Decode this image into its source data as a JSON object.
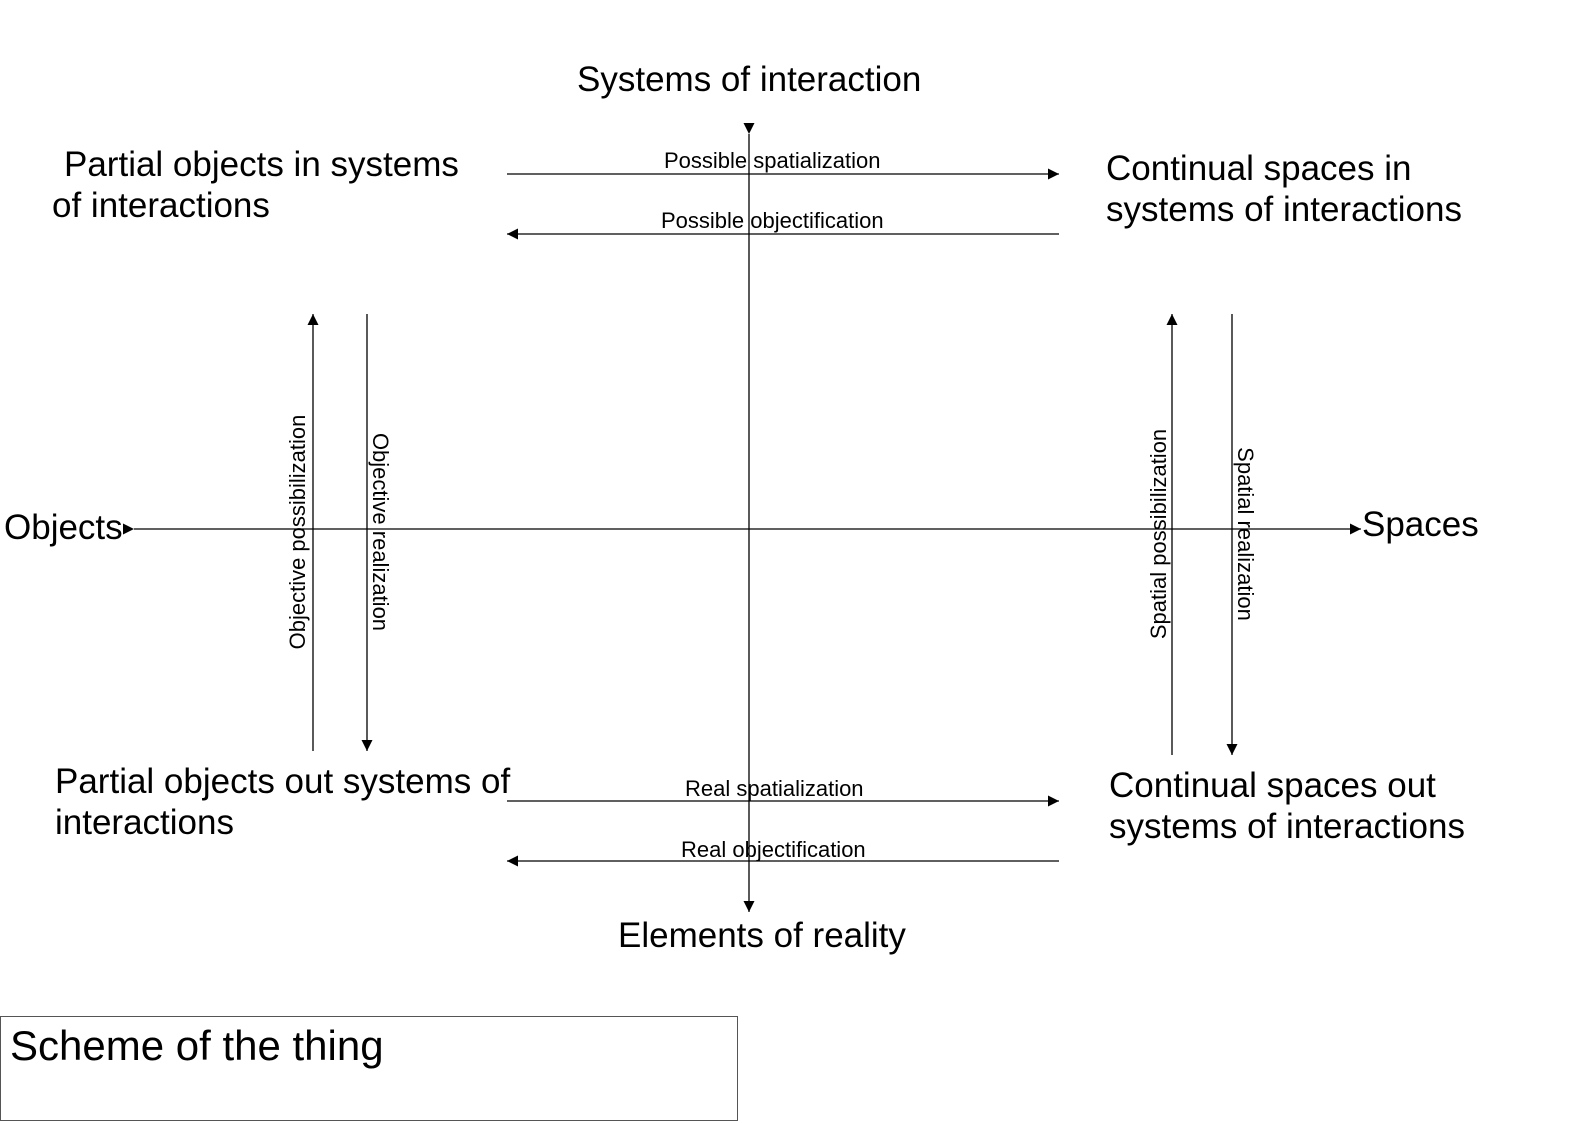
{
  "axes": {
    "top": "Systems of interaction",
    "bottom": "Elements of reality",
    "left": "Objects",
    "right": "Spaces"
  },
  "corners": {
    "top_left": "Partial objects in systems of interactions",
    "top_right": "Continual spaces in systems of interactions",
    "bottom_left": "Partial objects out systems of interactions",
    "bottom_right": "Continual spaces out systems of interactions"
  },
  "arrows": {
    "possible_spatialization": "Possible spatialization",
    "possible_objectification": "Possible objectification",
    "real_spatialization": "Real spatialization",
    "real_objectification": "Real objectification",
    "objective_possibilization": "Objective possibilization",
    "objective_realization": "Objective realization",
    "spatial_possibilization": "Spatial possibilization",
    "spatial_realization": "Spatial realization"
  },
  "caption": "Scheme of the thing",
  "colors": {
    "line": "#000000",
    "box_border": "#555555"
  }
}
